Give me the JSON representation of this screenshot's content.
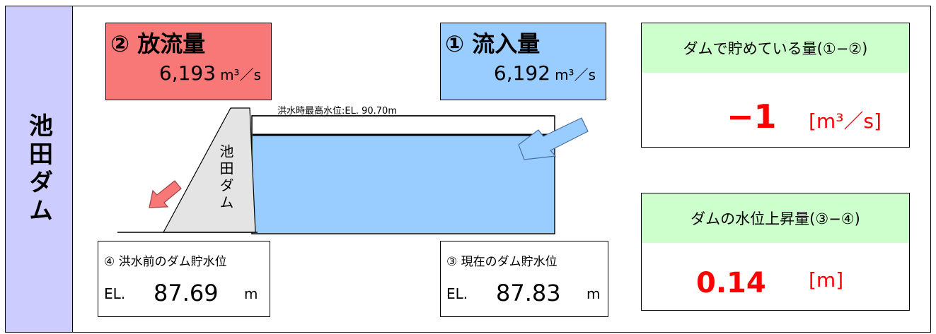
{
  "dam": {
    "name": "池田ダム",
    "diagram_label": "池田ダム"
  },
  "outflow": {
    "label": "② 放流量",
    "value": "6,193",
    "unit": "m³／s",
    "color": "#f87777"
  },
  "inflow": {
    "label": "① 流入量",
    "value": "6,192",
    "unit": "m³／s",
    "color": "#99ccff"
  },
  "flood_level_label": "洪水時最高水位:EL. 90.70m",
  "level_before": {
    "label": "④ 洪水前のダム貯水位",
    "prefix": "EL.",
    "value": "87.69",
    "unit": "m"
  },
  "level_current": {
    "label": "③ 現在のダム貯水位",
    "prefix": "EL.",
    "value": "87.83",
    "unit": "m"
  },
  "storage": {
    "label": "ダムで貯めている量(①−②)",
    "value": "−1",
    "unit": "[m³／s]"
  },
  "rise": {
    "label": "ダムの水位上昇量(③−④)",
    "value": "0.14",
    "unit": "[m]"
  },
  "colors": {
    "side_bg": "#ccccff",
    "summary_head_bg": "#ccffcc",
    "reservoir_water": "#99ccff",
    "dam_body": "#e4e4e4",
    "highlight_red": "#ff0000"
  }
}
